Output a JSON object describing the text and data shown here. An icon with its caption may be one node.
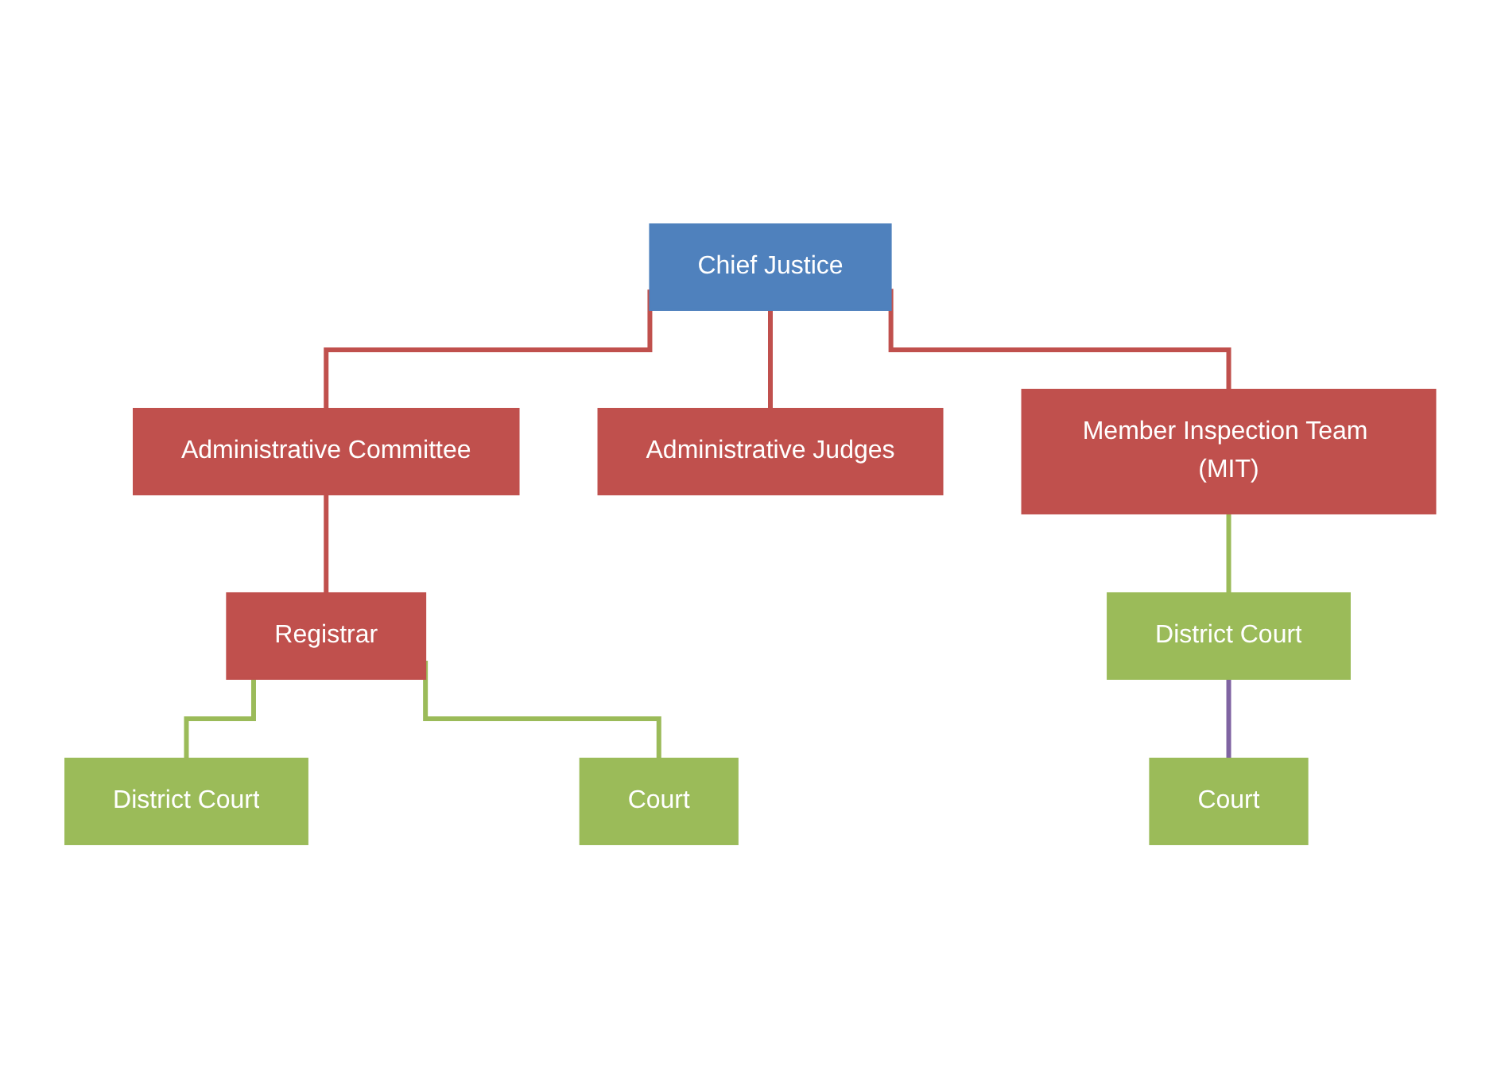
{
  "diagram": {
    "nodes": [
      {
        "text": [
          "Chief Justice"
        ]
      },
      {
        "text": [
          "Administrative Committee"
        ]
      },
      {
        "text": [
          "Administrative Judges"
        ]
      },
      {
        "text": [
          "Registrar"
        ]
      },
      {
        "text": [
          "Member Inspection Team (MIT)"
        ]
      },
      {
        "text": [
          "District Court"
        ]
      },
      {
        "text": [
          "District Court"
        ]
      },
      {
        "text": [
          "Court"
        ]
      },
      {
        "text": [
          "Court"
        ]
      }
    ],
    "edges": [
      {
        "from": 0,
        "to": 1,
        "arrow": "none"
      },
      {
        "from": 0,
        "to": 2,
        "arrow": "none"
      },
      {
        "from": 0,
        "to": 4,
        "arrow": "none"
      },
      {
        "from": 1,
        "to": 3,
        "arrow": "none"
      },
      {
        "from": 3,
        "to": 5,
        "arrow": "none",
        "color": "#9bbb59"
      },
      {
        "from": 3,
        "to": 7,
        "arrow": "none",
        "color": "#9bbb59"
      },
      {
        "from": 4,
        "to": 6,
        "arrow": "none",
        "color": "#9bbb59"
      },
      {
        "from": 6,
        "to": 8,
        "arrow": "none",
        "color": "#8064a2"
      }
    ]
  }
}
